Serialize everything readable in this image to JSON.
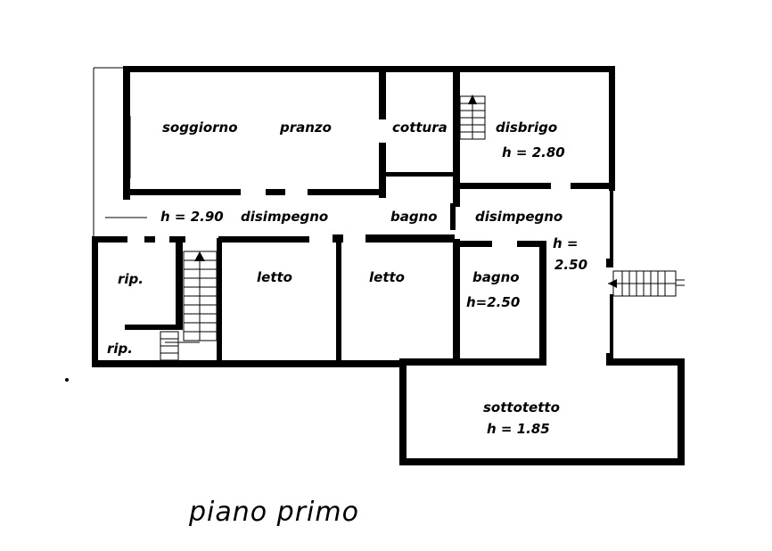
{
  "plan": {
    "caption": "piano primo",
    "rooms": {
      "soggiorno": "soggiorno",
      "pranzo": "pranzo",
      "cottura": "cottura",
      "disbrigo": "disbrigo",
      "disbrigo_h": "h = 2.80",
      "corridor_h": "h = 2.90",
      "disimpegno_left": "disimpegno",
      "bagno_upper": "bagno",
      "disimpegno_right": "disimpegno",
      "right_h_1": "h =",
      "right_h_2": "2.50",
      "rip_upper": "rip.",
      "rip_lower": "rip.",
      "letto_1": "letto",
      "letto_2": "letto",
      "bagno_lower": "bagno",
      "bagno_lower_h": "h=2.50",
      "sottotetto": "sottotetto",
      "sottotetto_h": "h = 1.85"
    }
  }
}
